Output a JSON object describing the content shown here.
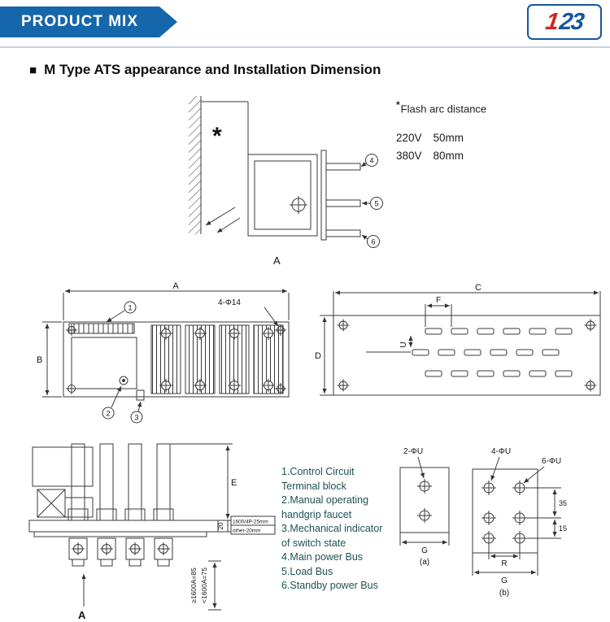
{
  "header": {
    "banner_label": "PRODUCT MIX",
    "logo_part1": "1",
    "logo_part2": "23"
  },
  "section": {
    "bullet": "■",
    "title": "M Type ATS appearance and Installation Dimension"
  },
  "flash_arc": {
    "star": "*",
    "title": "Flash arc distance",
    "rows": [
      {
        "voltage": "220V",
        "distance": "50mm"
      },
      {
        "voltage": "380V",
        "distance": "80mm"
      }
    ]
  },
  "side_view": {
    "asterisk": "*",
    "c4": "4",
    "c5": "5",
    "c6": "6",
    "label_a": "A"
  },
  "front_view": {
    "dim_a": "A",
    "dim_b": "B",
    "hole_note": "4-Φ14",
    "c1": "1",
    "c2": "2",
    "c3": "3"
  },
  "top_view": {
    "dim_c": "C",
    "dim_d": "D",
    "dim_f": "F",
    "dim_u": "U"
  },
  "side_profile": {
    "dim_e": "E",
    "dim_20": "20",
    "note1": "1600/4P-25mm",
    "note2": "other-20mm",
    "rot1": "≥1600A=85",
    "rot2": "<1600A=75",
    "label_a": "A"
  },
  "legend": {
    "lines": [
      "1.Control Circuit",
      "Terminal block",
      "2.Manual operating",
      "handgrip faucet",
      "3.Mechanical indicator",
      "of switch state",
      "4.Main power Bus",
      "5.Load Bus",
      "6.Standby power Bus"
    ]
  },
  "pattern_a": {
    "hole_note": "2-ΦU",
    "dim_g": "G",
    "caption": "(a)"
  },
  "pattern_b": {
    "hole_note_4": "4-ΦU",
    "hole_note_6": "6-ΦU",
    "dim_35": "35",
    "dim_15": "15",
    "dim_r": "R",
    "dim_g": "G",
    "caption": "(b)"
  },
  "colors": {
    "banner_blue": "#1666ab",
    "logo_red": "#d2251c",
    "logo_blue": "#15569c",
    "legend_teal": "#1e5151"
  }
}
